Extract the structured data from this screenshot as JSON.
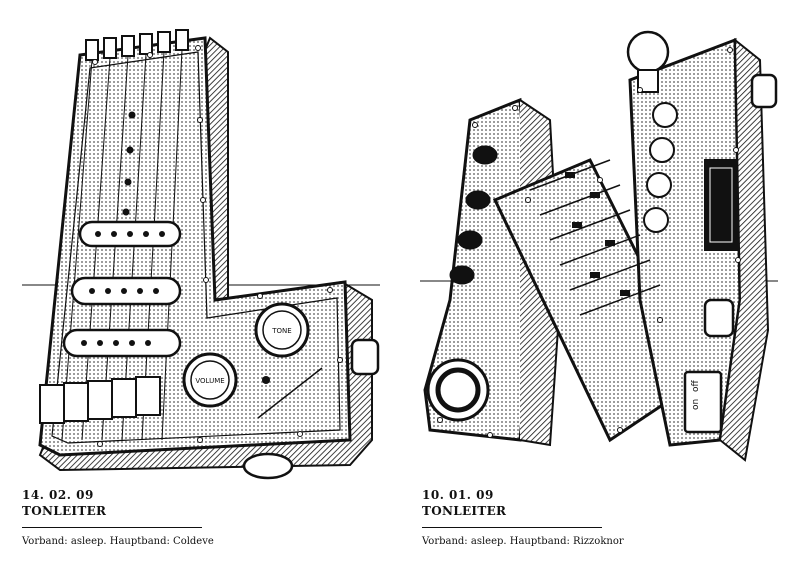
{
  "posters": [
    {
      "date": "14. 02. 09",
      "title": "TONLEITER",
      "support": "Vorband: asleep. Hauptband: Coldeve",
      "letter": "L",
      "knob_labels": [
        "VOLUME",
        "TONE"
      ]
    },
    {
      "date": "10. 01. 09",
      "title": "TONLEITER",
      "support": "Vorband: asleep. Hauptband: Rizzoknor",
      "letter": "N",
      "switch_labels": [
        "on",
        "off"
      ]
    }
  ],
  "colors": {
    "ink": "#111111",
    "paper": "#ffffff",
    "halftone": "#bdbdbd"
  }
}
